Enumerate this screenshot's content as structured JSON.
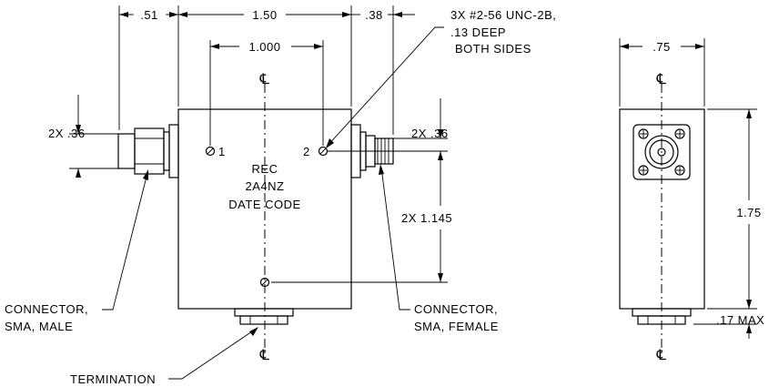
{
  "dimensions": {
    "left_offset": ".51",
    "body_width": "1.50",
    "right_offset": ".38",
    "hole_spacing": "1.000",
    "side_width": ".75",
    "left_connector_height": "2X  .36",
    "right_connector_height": "2X  .36",
    "hole_to_bottom": "2X  1.145",
    "side_height": "1.75",
    "termination_height": ".17 MAX"
  },
  "notes": {
    "thread_line1": "3X #2-56 UNC-2B,",
    "thread_line2": ".13 DEEP",
    "thread_line3": "BOTH SIDES"
  },
  "labels": {
    "hole_1": "1",
    "hole_2": "2",
    "marking_line1": "REC",
    "marking_line2": "2A4NZ",
    "marking_line3": "DATE CODE",
    "male_line1": "CONNECTOR,",
    "male_line2": "SMA,  MALE",
    "female_line1": "CONNECTOR,",
    "female_line2": "SMA,  FEMALE",
    "termination": "TERMINATION",
    "centerline": "℄"
  }
}
